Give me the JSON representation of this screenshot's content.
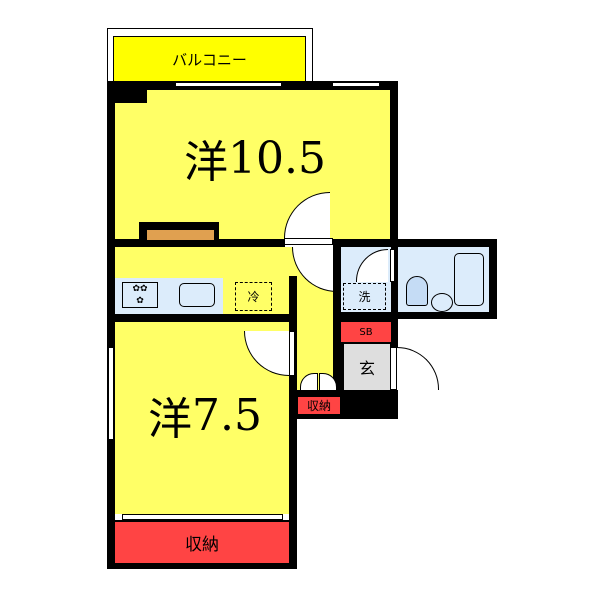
{
  "floorplan": {
    "rooms": {
      "balcony": {
        "label": "バルコニー"
      },
      "western_room_1": {
        "kanji": "洋",
        "size": "10.5"
      },
      "western_room_2": {
        "kanji": "洋",
        "size": "7.5"
      },
      "closet_bottom": {
        "label": "収納"
      },
      "closet_hall": {
        "label": "収納"
      },
      "shoe_box": {
        "label": "SB"
      },
      "entrance": {
        "label": "玄"
      },
      "washer": {
        "label": "洗"
      },
      "fridge": {
        "label": "冷"
      }
    },
    "colors": {
      "room": "#ffff66",
      "balcony": "#ffff00",
      "wet_area": "#dcecfb",
      "storage": "#ff4444",
      "entrance": "#dedede",
      "closet_top": "#e0a050",
      "wall": "#000000"
    },
    "icons": [
      "stove-burner-icon",
      "sink-icon",
      "toilet-icon",
      "washbasin-icon",
      "bathtub-icon",
      "door-swing-icon",
      "window-icon"
    ]
  }
}
